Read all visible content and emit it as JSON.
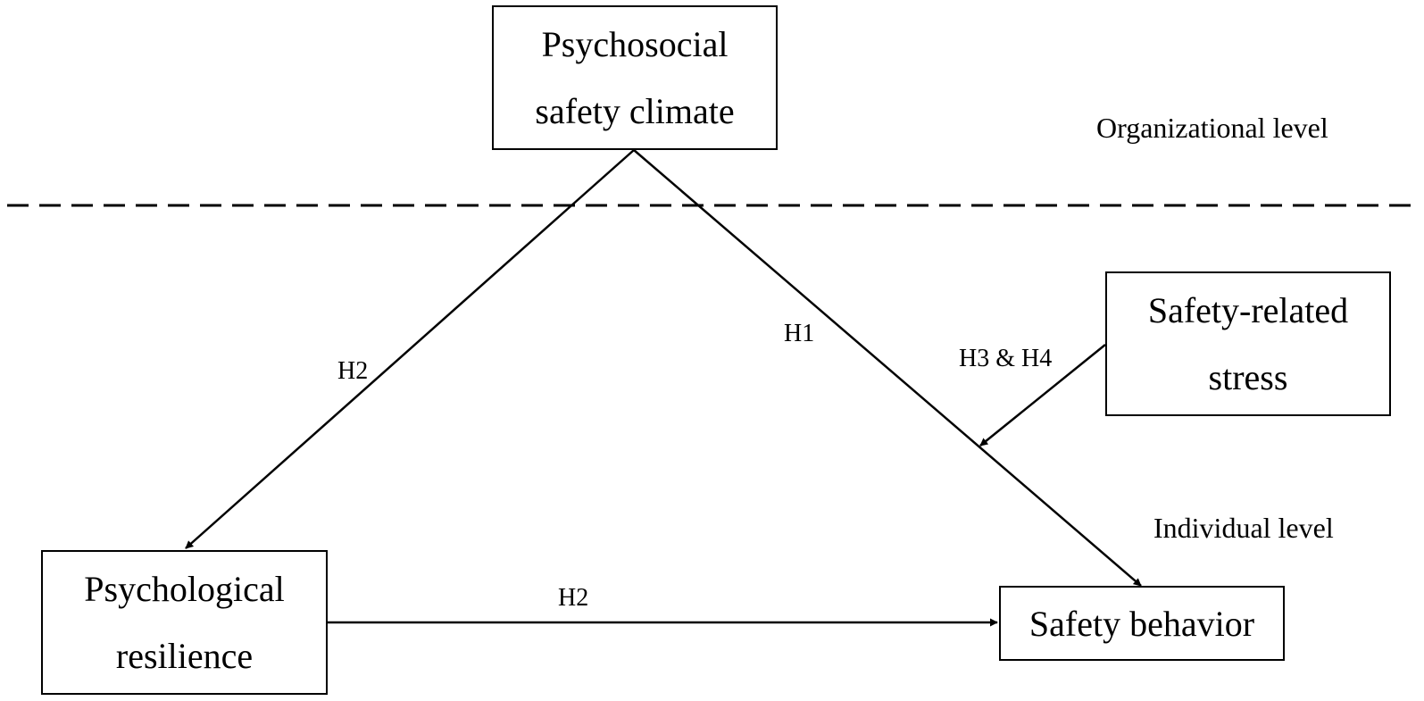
{
  "nodes": {
    "climate": {
      "line1": "Psychosocial",
      "line2": "safety climate"
    },
    "stress": {
      "line1": "Safety-related",
      "line2": "stress"
    },
    "resilience": {
      "line1": "Psychological",
      "line2": "resilience"
    },
    "behavior": {
      "line1": "Safety behavior"
    }
  },
  "levels": {
    "organizational": "Organizational level",
    "individual": "Individual level"
  },
  "paths": {
    "climate_to_resilience": "H2",
    "climate_to_behavior": "H1",
    "stress_moderation": "H3 & H4",
    "resilience_to_behavior": "H2"
  }
}
